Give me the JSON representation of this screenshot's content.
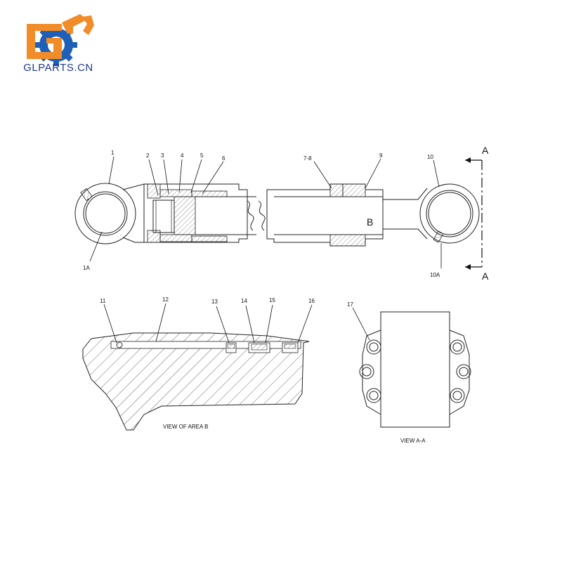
{
  "brand": {
    "name": "GLPARTS.CN",
    "logo_icon": "excavator-gear-logo-icon",
    "color_orange": "#f28c28",
    "color_blue": "#1e5fb8"
  },
  "callouts": {
    "c1": "1",
    "c1a": "1A",
    "c2": "2",
    "c3": "3",
    "c4": "4",
    "c5": "5",
    "c6": "6",
    "c78": "7-8",
    "c9": "9",
    "c10": "10",
    "c10a": "10A",
    "cB": "B",
    "c11": "11",
    "c12": "12",
    "c13": "13",
    "c14": "14",
    "c15": "15",
    "c16": "16",
    "c17": "17"
  },
  "section_marker": {
    "top": "A",
    "bottom": "A"
  },
  "views": {
    "area_b": "VIEW OF AREA  B",
    "a_a": "VIEW  A-A"
  }
}
